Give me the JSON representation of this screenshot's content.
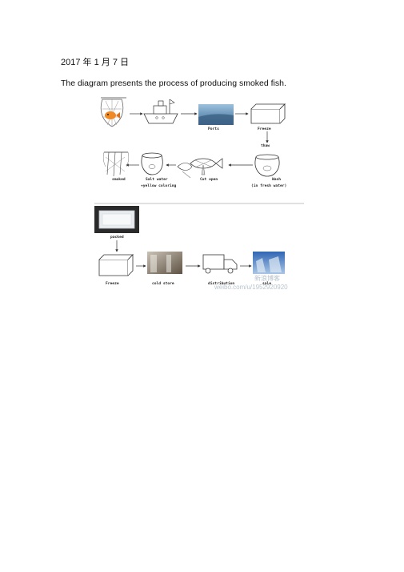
{
  "document": {
    "date": "2017 年 1 月 7 日",
    "intro": "The diagram presents the process of producing smoked fish."
  },
  "diagram": {
    "labels": {
      "ports": "Ports",
      "freeze_top": "Freeze",
      "thaw": "thaw",
      "wash": "Wash",
      "in_fresh_water": "(in fresh water)",
      "cut_open": "Cut open",
      "salt_water": "Salt water",
      "yellow_coloring": "+yellow coloring",
      "smoked": "smoked",
      "packed": "packed",
      "freeze_bottom": "Freeze",
      "cold_store": "cold store",
      "distribution": "distribution",
      "sale": "sale"
    },
    "watermark_line1": "新浪博客",
    "watermark_line2": "weibo.com/u/1952920920",
    "colors": {
      "arrow": "#333333",
      "line": "#444444",
      "sea": "#4a86b8",
      "cold_store": "#7a6a55"
    }
  }
}
